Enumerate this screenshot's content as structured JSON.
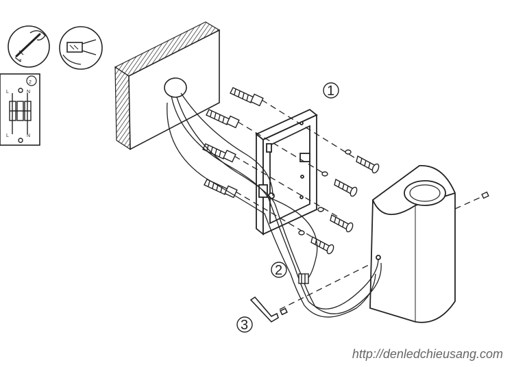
{
  "steps": {
    "step1": "1",
    "step2": "2",
    "step3": "3"
  },
  "terminal_inset": {
    "step": "2",
    "top_left": "L",
    "top_right": "N",
    "bottom_left": "L",
    "bottom_right": "N"
  },
  "watermark_url": "http://denledchieusang.com"
}
